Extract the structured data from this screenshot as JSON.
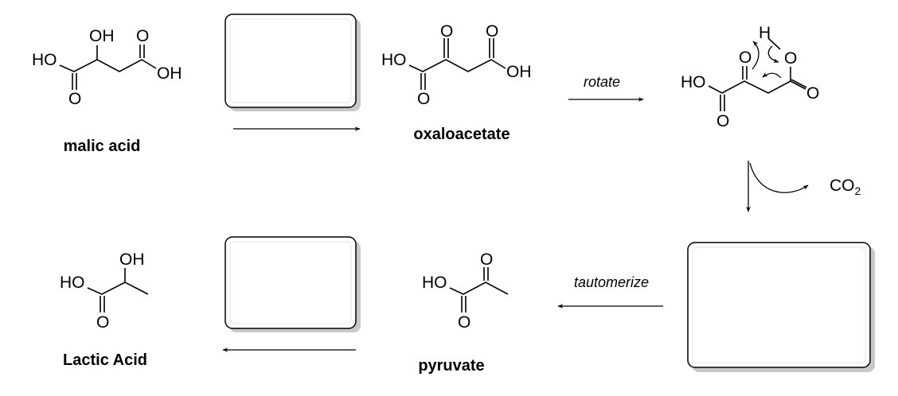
{
  "atoms": {
    "HO": "HO",
    "OH": "OH",
    "O": "O",
    "H": "H",
    "CO": "CO",
    "sub2": "2"
  },
  "compounds": {
    "malic_acid": "malic acid",
    "oxaloacetate": "oxaloacetate",
    "pyruvate": "pyruvate",
    "lactic_acid": "Lactic Acid"
  },
  "conditions": {
    "rotate": "rotate",
    "tautomerize": "tautomerize"
  }
}
